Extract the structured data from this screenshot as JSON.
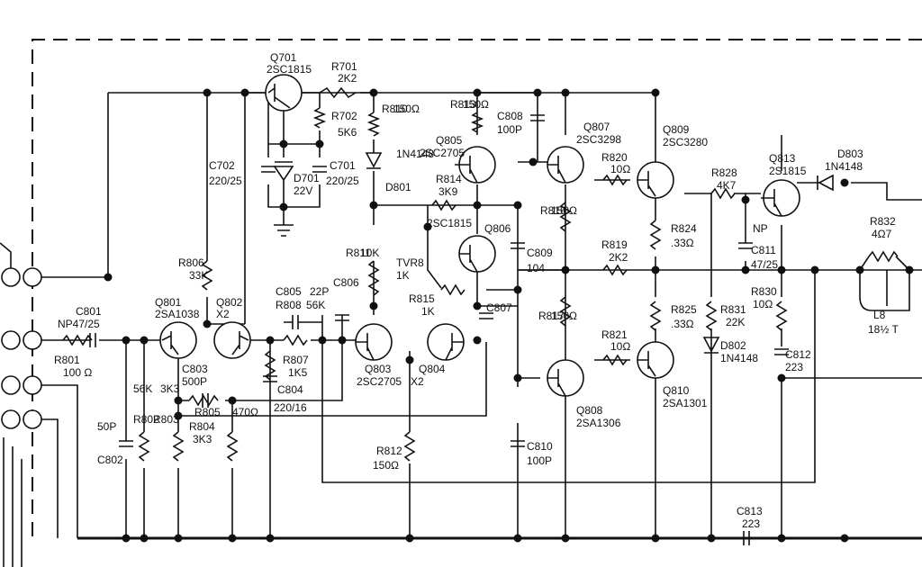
{
  "colors": {
    "ink": "#111111",
    "paper": "#ffffff"
  },
  "transistors": [
    {
      "ref": "Q701",
      "type": "2SC1815"
    },
    {
      "ref": "Q801",
      "type": "2SA1038"
    },
    {
      "ref": "Q802",
      "type": "X2"
    },
    {
      "ref": "Q803",
      "type": "2SC2705"
    },
    {
      "ref": "Q804",
      "type": "X2"
    },
    {
      "ref": "Q805",
      "type": "2SC2705"
    },
    {
      "ref": "Q806",
      "type": "2SC1815"
    },
    {
      "ref": "Q807",
      "type": "2SC3298"
    },
    {
      "ref": "Q808",
      "type": "2SA1306"
    },
    {
      "ref": "Q809",
      "type": "2SC3280"
    },
    {
      "ref": "Q810",
      "type": "2SA1301"
    },
    {
      "ref": "Q813",
      "type": "2S1815"
    }
  ],
  "resistors": [
    {
      "ref": "R701",
      "value": "2K2"
    },
    {
      "ref": "R702",
      "value": "5K6"
    },
    {
      "ref": "R801",
      "value": "100 Ω"
    },
    {
      "ref": "R802",
      "value": "56K"
    },
    {
      "ref": "R803",
      "value": "3K3"
    },
    {
      "ref": "R804",
      "value": "3K3"
    },
    {
      "ref": "R805",
      "value": "470Ω"
    },
    {
      "ref": "R806",
      "value": "33K"
    },
    {
      "ref": "R807",
      "value": "1K5"
    },
    {
      "ref": "R808",
      "value": "56K"
    },
    {
      "ref": "R810",
      "value": "150Ω"
    },
    {
      "ref": "R811",
      "value": "10K"
    },
    {
      "ref": "R812",
      "value": "150Ω"
    },
    {
      "ref": "R813",
      "value": "150Ω"
    },
    {
      "ref": "R814",
      "value": "3K9"
    },
    {
      "ref": "R815",
      "value": "1K"
    },
    {
      "ref": "R816",
      "value": "150Ω"
    },
    {
      "ref": "R817",
      "value": "150Ω"
    },
    {
      "ref": "R819",
      "value": "2K2"
    },
    {
      "ref": "R820",
      "value": "10Ω"
    },
    {
      "ref": "R821",
      "value": "10Ω"
    },
    {
      "ref": "R824",
      "value": ".33Ω"
    },
    {
      "ref": "R825",
      "value": ".33Ω"
    },
    {
      "ref": "R828",
      "value": "4K7"
    },
    {
      "ref": "R830",
      "value": "10Ω"
    },
    {
      "ref": "R831",
      "value": "22K"
    },
    {
      "ref": "R832",
      "value": "4Ω7"
    },
    {
      "ref": "TVR8",
      "value": "1K"
    }
  ],
  "capacitors": [
    {
      "ref": "C701",
      "value": "220/25"
    },
    {
      "ref": "C702",
      "value": "220/25"
    },
    {
      "ref": "C801",
      "value": "NP47/25"
    },
    {
      "ref": "C802",
      "value": "50P"
    },
    {
      "ref": "C803",
      "value": "500P"
    },
    {
      "ref": "C804",
      "value": "220/16"
    },
    {
      "ref": "C805",
      "value": "22P"
    },
    {
      "ref": "C806",
      "value": ""
    },
    {
      "ref": "C807",
      "value": ""
    },
    {
      "ref": "C808",
      "value": "100P"
    },
    {
      "ref": "C809",
      "value": "104"
    },
    {
      "ref": "C810",
      "value": "100P"
    },
    {
      "ref": "C811",
      "value": "47/25"
    },
    {
      "ref": "C812",
      "value": "223"
    },
    {
      "ref": "C813",
      "value": "223"
    }
  ],
  "diodes": [
    {
      "ref": "D701",
      "value": "22V"
    },
    {
      "ref": "D801",
      "value": "1N4148"
    },
    {
      "ref": "D802",
      "value": "1N4148"
    },
    {
      "ref": "D803",
      "value": "1N4148"
    }
  ],
  "inductor": {
    "ref": "L8",
    "value": "18½ T"
  },
  "np_label": "NP"
}
